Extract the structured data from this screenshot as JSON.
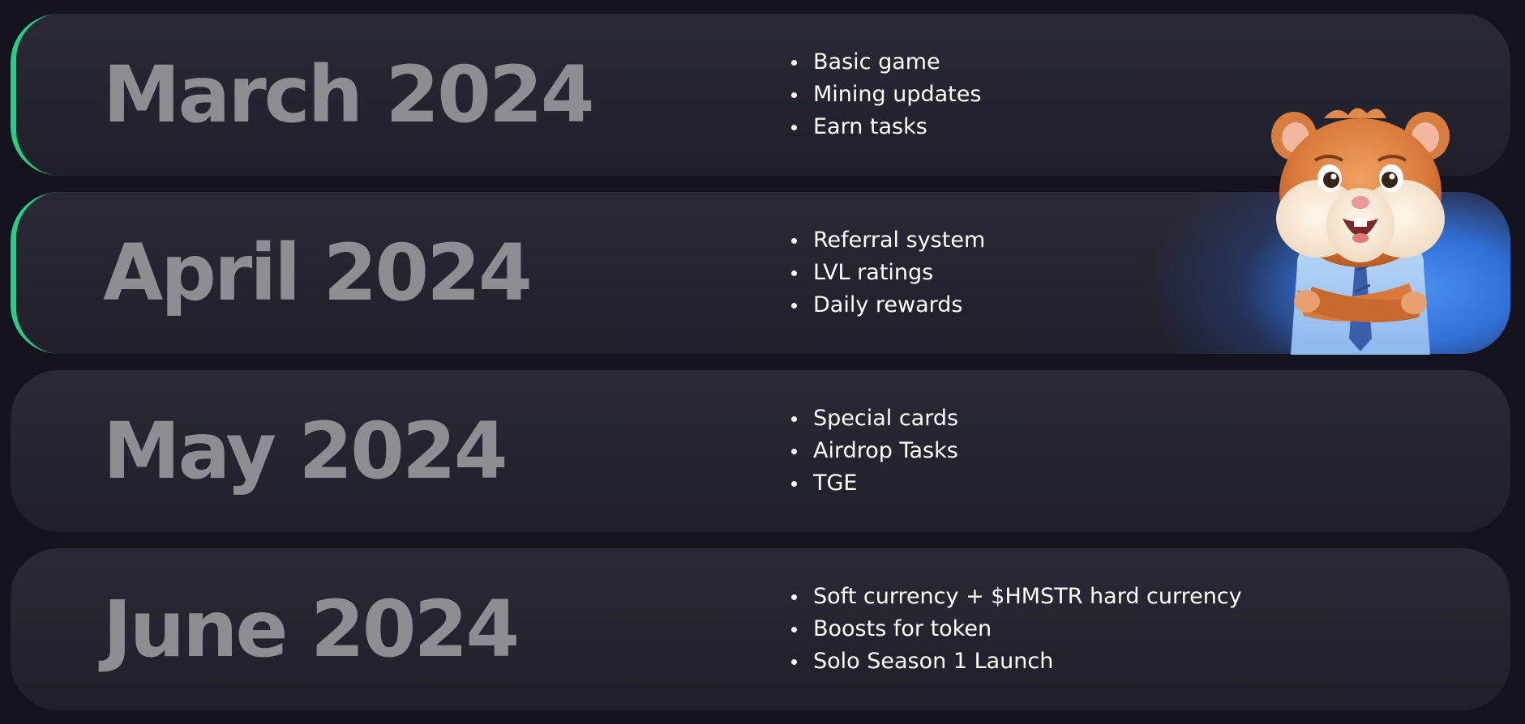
{
  "roadmap": {
    "milestones": [
      {
        "title": "March 2024",
        "active": true,
        "items": [
          "Basic game",
          "Mining updates",
          "Earn tasks"
        ]
      },
      {
        "title": "April 2024",
        "active": true,
        "items": [
          "Referral system",
          "LVL ratings",
          "Daily rewards"
        ]
      },
      {
        "title": "May 2024",
        "active": false,
        "items": [
          "Special cards",
          "Airdrop Tasks",
          "TGE"
        ]
      },
      {
        "title": "June 2024",
        "active": false,
        "items": [
          "Soft currency + $HMSTR hard currency",
          "Boosts for token",
          "Solo Season 1 Launch"
        ]
      }
    ]
  },
  "colors": {
    "background": "#14131e",
    "card": "#25242f",
    "active_accent": "#22d184",
    "title_text": "#8e8d94",
    "item_text": "#ffffff",
    "glow_blue": "#3b82f0"
  },
  "illustration": {
    "icon": "hamster-mascot"
  }
}
